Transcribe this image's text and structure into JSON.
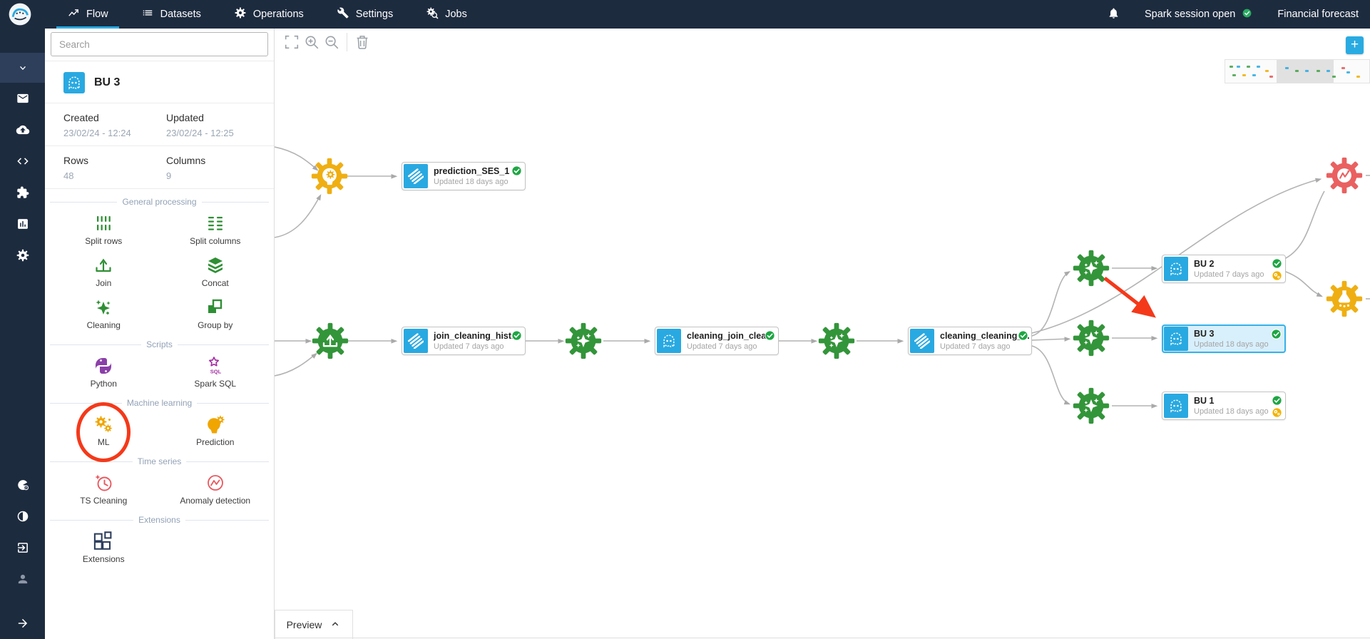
{
  "topnav": {
    "tabs": [
      {
        "label": "Flow",
        "icon": "flow-icon",
        "active": true
      },
      {
        "label": "Datasets",
        "icon": "datasets-icon",
        "active": false
      },
      {
        "label": "Operations",
        "icon": "operations-icon",
        "active": false
      },
      {
        "label": "Settings",
        "icon": "settings-icon",
        "active": false
      },
      {
        "label": "Jobs",
        "icon": "jobs-icon",
        "active": false
      }
    ],
    "spark_status": "Spark session open",
    "project_name": "Financial forecast"
  },
  "iconbar": {
    "top_items": [
      "caret-down-icon",
      "mail-icon",
      "cloud-upload-icon",
      "code-icon",
      "puzzle-icon",
      "bar-chart-icon",
      "gear-icon"
    ],
    "bottom_items": [
      "pie-e-icon",
      "contrast-icon",
      "exit-icon",
      "user-icon",
      "arrow-right-icon"
    ]
  },
  "panel": {
    "search_placeholder": "Search",
    "dataset": {
      "name": "BU 3",
      "created_label": "Created",
      "created_value": "23/02/24 - 12:24",
      "updated_label": "Updated",
      "updated_value": "23/02/24 - 12:25",
      "rows_label": "Rows",
      "rows_value": "48",
      "columns_label": "Columns",
      "columns_value": "9"
    },
    "sections": [
      {
        "title": "General processing",
        "tools": [
          {
            "label": "Split rows",
            "icon": "split-rows-icon"
          },
          {
            "label": "Split columns",
            "icon": "split-columns-icon"
          },
          {
            "label": "Join",
            "icon": "join-icon"
          },
          {
            "label": "Concat",
            "icon": "concat-icon"
          },
          {
            "label": "Cleaning",
            "icon": "cleaning-icon"
          },
          {
            "label": "Group by",
            "icon": "group-by-icon"
          }
        ]
      },
      {
        "title": "Scripts",
        "tools": [
          {
            "label": "Python",
            "icon": "python-icon"
          },
          {
            "label": "Spark SQL",
            "icon": "spark-sql-icon"
          }
        ]
      },
      {
        "title": "Machine learning",
        "tools": [
          {
            "label": "ML",
            "icon": "ml-icon",
            "highlighted": true
          },
          {
            "label": "Prediction",
            "icon": "prediction-icon"
          }
        ]
      },
      {
        "title": "Time series",
        "tools": [
          {
            "label": "TS Cleaning",
            "icon": "ts-cleaning-icon"
          },
          {
            "label": "Anomaly detection",
            "icon": "anomaly-detection-icon"
          }
        ]
      },
      {
        "title": "Extensions",
        "tools": [
          {
            "label": "Extensions",
            "icon": "extensions-icon"
          }
        ]
      }
    ]
  },
  "canvas": {
    "toolbar": [
      "fit-screen-icon",
      "zoom-in-icon",
      "zoom-out-icon",
      "trash-icon"
    ],
    "add_button_label": "+",
    "preview_label": "Preview",
    "nodes": [
      {
        "id": "prediction_ses_1",
        "title": "prediction_SES_1",
        "subtitle": "Updated 18 days ago",
        "icon": "dataset-stack-icon",
        "badges": [
          "success"
        ],
        "selected": false
      },
      {
        "id": "join_cleaning_hist",
        "title": "join_cleaning_hist...",
        "subtitle": "Updated 7 days ago",
        "icon": "dataset-stack-icon",
        "badges": [
          "success"
        ],
        "selected": false
      },
      {
        "id": "cleaning_join_clea",
        "title": "cleaning_join_clea...",
        "subtitle": "Updated 7 days ago",
        "icon": "ghost-icon",
        "badges": [
          "success"
        ],
        "selected": false
      },
      {
        "id": "cleaning_cleaning",
        "title": "cleaning_cleaning_...",
        "subtitle": "Updated 7 days ago",
        "icon": "dataset-stack-icon",
        "badges": [
          "success"
        ],
        "selected": false
      },
      {
        "id": "bu_2",
        "title": "BU 2",
        "subtitle": "Updated 7 days ago",
        "icon": "ghost-icon",
        "badges": [
          "success",
          "recipe"
        ],
        "selected": false
      },
      {
        "id": "bu_3",
        "title": "BU 3",
        "subtitle": "Updated 18 days ago",
        "icon": "ghost-icon",
        "badges": [
          "success"
        ],
        "selected": true
      },
      {
        "id": "bu_1",
        "title": "BU 1",
        "subtitle": "Updated 18 days ago",
        "icon": "ghost-icon",
        "badges": [
          "success",
          "recipe"
        ],
        "selected": false
      }
    ],
    "gears": [
      {
        "id": "g-prediction",
        "type": "prediction-gear-icon",
        "color": "#efaf13"
      },
      {
        "id": "g-join",
        "type": "join-gear-icon",
        "color": "#33953a"
      },
      {
        "id": "g-clean-1",
        "type": "cleaning-gear-icon",
        "color": "#33953a"
      },
      {
        "id": "g-clean-2",
        "type": "cleaning-gear-icon",
        "color": "#33953a"
      },
      {
        "id": "g-clean-3",
        "type": "cleaning-gear-icon",
        "color": "#33953a"
      },
      {
        "id": "g-clean-4",
        "type": "cleaning-gear-icon",
        "color": "#33953a"
      },
      {
        "id": "g-clean-5",
        "type": "cleaning-gear-icon",
        "color": "#33953a"
      },
      {
        "id": "g-anomaly",
        "type": "anomaly-gear-icon",
        "color": "#ea6060"
      },
      {
        "id": "g-ml-lab",
        "type": "ml-lab-gear-icon",
        "color": "#efaf13"
      }
    ],
    "colors": {
      "accent": "#29abe2",
      "success": "#1ea644",
      "warning": "#f3b200",
      "edge": "#b0b0b0",
      "annotation": "#f4391a"
    }
  }
}
